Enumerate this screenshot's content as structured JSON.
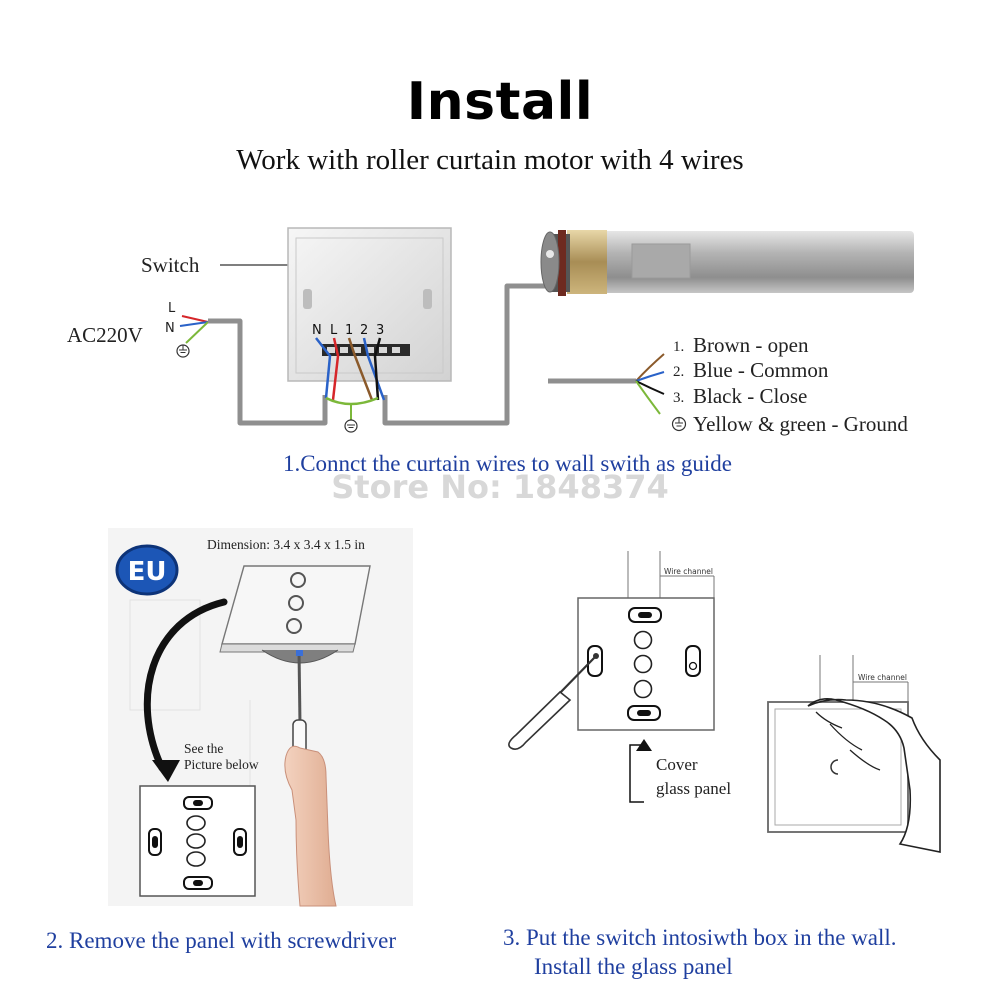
{
  "header": {
    "title": "Install",
    "subtitle": "Work with roller curtain motor with 4 wires"
  },
  "wiring": {
    "switch_label": "Switch",
    "power_label": "AC220V",
    "line_label": "L",
    "neutral_label": "N",
    "terminals": [
      "N",
      "L",
      "1",
      "2",
      "3"
    ],
    "wire_legend": [
      {
        "num": "1.",
        "text": "Brown - open",
        "color": "#8b5a2b"
      },
      {
        "num": "2.",
        "text": "Blue - Common",
        "color": "#2a62c8"
      },
      {
        "num": "3.",
        "text": "Black  -  Close",
        "color": "#111111"
      },
      {
        "num": "",
        "text": "Yellow & green -  Ground",
        "color": "#7cb83a"
      }
    ],
    "caption": "1.Connct the curtain wires to wall swith as guide"
  },
  "watermark": "Store No: 1848374",
  "step2": {
    "badge": "EU",
    "dimension": "Dimension: 3.4 x 3.4 x 1.5 in",
    "note_line1": "See the",
    "note_line2": "Picture below",
    "caption": "2. Remove the panel with screwdriver"
  },
  "step3": {
    "channel_label": "Wire channel",
    "channel_label2": "Wire channel",
    "cover_line1": "Cover",
    "cover_line2": "glass panel",
    "caption_line1": "3. Put the switch intosiwth box in the wall.",
    "caption_line2": "Install the glass panel"
  },
  "colors": {
    "brown": "#8b5a2b",
    "blue": "#2a62c8",
    "red": "#d6262a",
    "black": "#111111",
    "ground": "#7cb83a",
    "caption_blue": "#1f3f9f",
    "eu_badge": "#1c56b6"
  }
}
